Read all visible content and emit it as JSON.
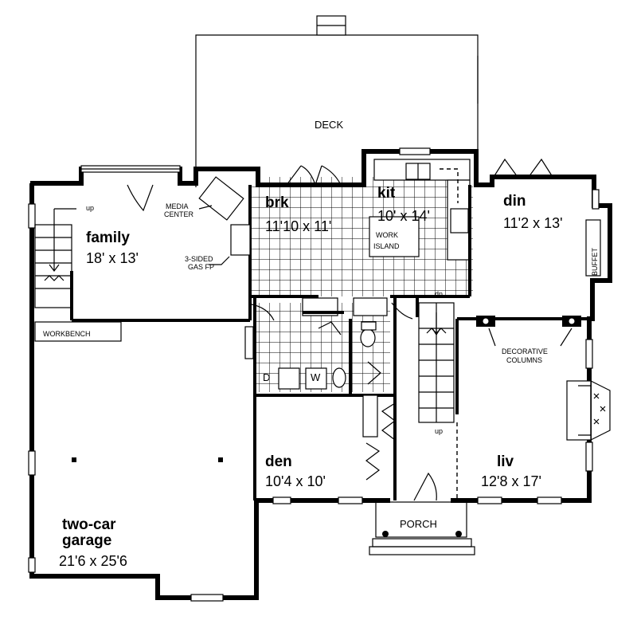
{
  "rooms": {
    "deck": {
      "label": "DECK"
    },
    "brk": {
      "name": "brk",
      "dims": "11'10 x 11'"
    },
    "kit": {
      "name": "kit",
      "dims": "10' x 14'"
    },
    "din": {
      "name": "din",
      "dims": "11'2 x 13'"
    },
    "family": {
      "name": "family",
      "dims": "18' x 13'"
    },
    "den": {
      "name": "den",
      "dims": "10'4 x 10'"
    },
    "liv": {
      "name": "liv",
      "dims": "12'8 x 17'"
    },
    "garage": {
      "name_line1": "two-car",
      "name_line2": "garage",
      "dims": "21'6 x 25'6"
    },
    "porch": {
      "label": "PORCH"
    }
  },
  "labels": {
    "work_island_1": "WORK",
    "work_island_2": "ISLAND",
    "media_center_1": "MEDIA",
    "media_center_2": "CENTER",
    "gas_fp_1": "3-SIDED",
    "gas_fp_2": "GAS FP",
    "workbench": "WORKBENCH",
    "buffet": "BUFFET",
    "decorative_columns_1": "DECORATIVE",
    "decorative_columns_2": "COLUMNS",
    "up_family": "up",
    "up_hall": "up",
    "dn_hall": "dn",
    "dryer": "D",
    "washer": "W"
  }
}
